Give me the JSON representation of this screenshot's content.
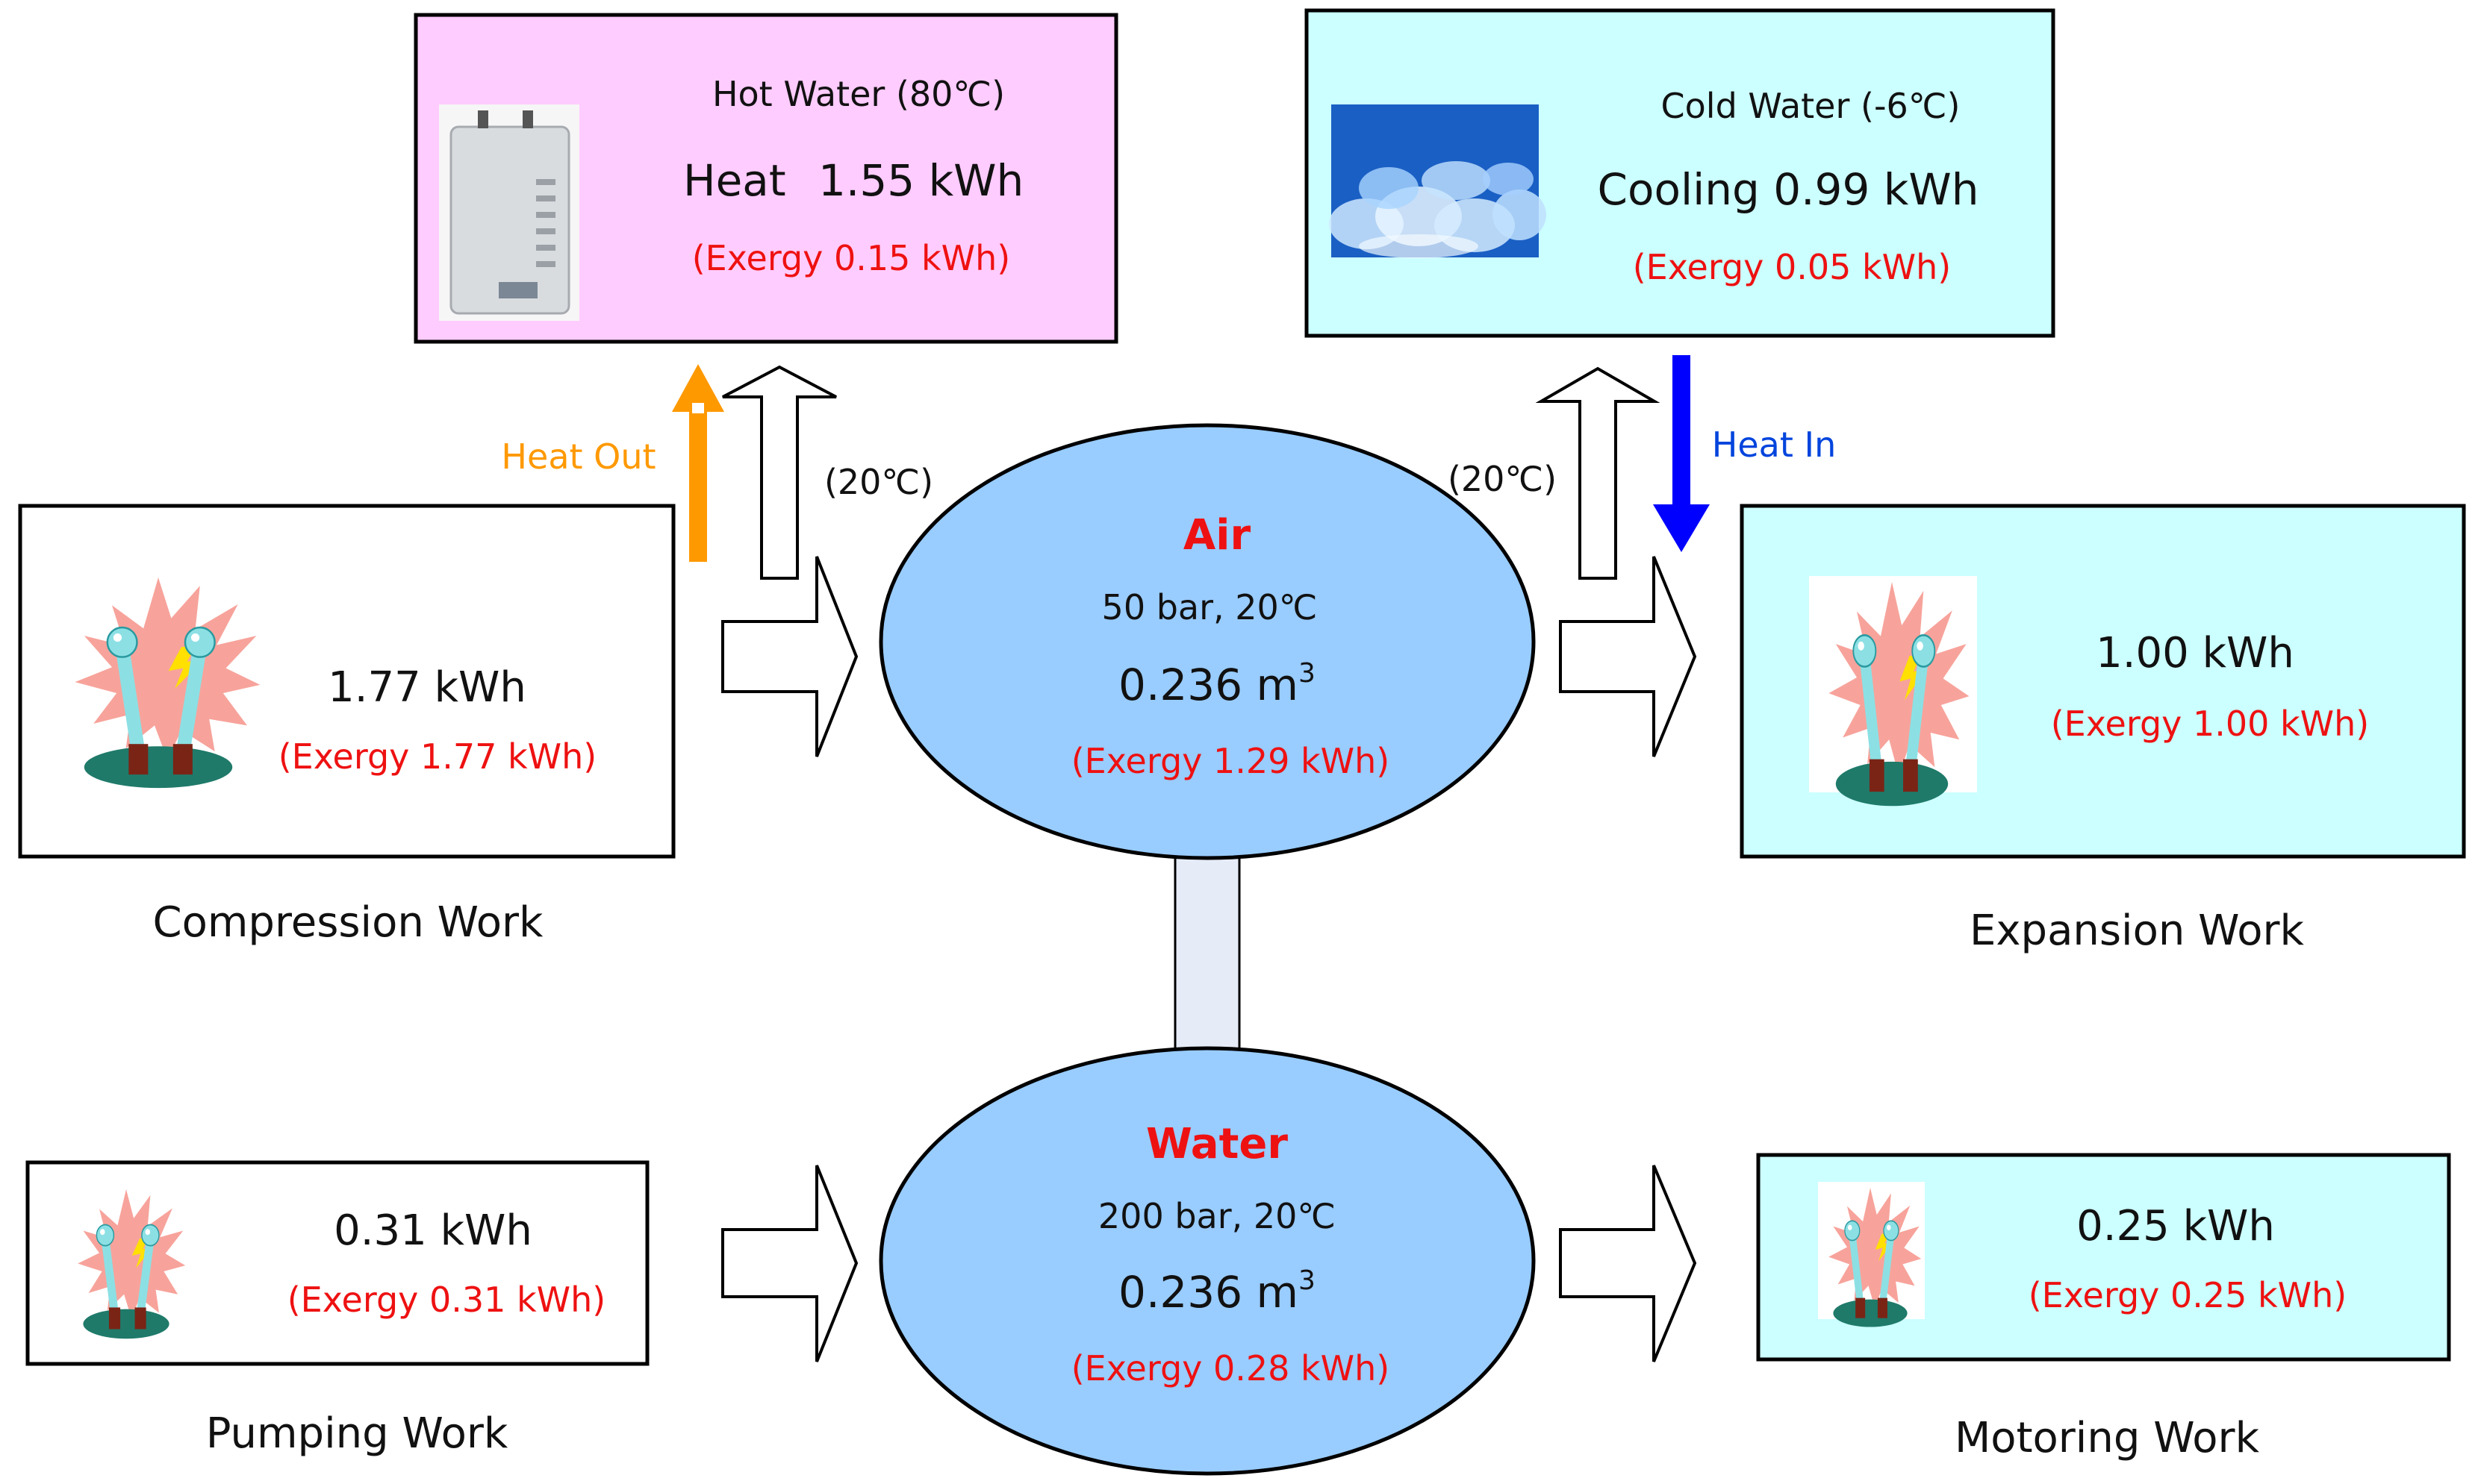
{
  "colors": {
    "pink_box": "#ffccff",
    "cyan_box": "#ccffff",
    "ellipse": "#99ccff",
    "connector": "#e6ecf7",
    "exergy_text": "#ee1111",
    "heat_out": "#ff9900",
    "heat_in": "#0000ff"
  },
  "hot_water": {
    "title": "Hot Water (80℃)",
    "heat_label": "Heat",
    "heat_value": "1.55 kWh",
    "exergy": "(Exergy 0.15 kWh)",
    "icon": "water-heater-icon"
  },
  "cold_water": {
    "title": "Cold Water (-6℃)",
    "cooling": "Cooling 0.99 kWh",
    "exergy": "(Exergy 0.05 kWh)",
    "icon": "ice-icon"
  },
  "arrows": {
    "heat_out": "Heat Out",
    "heat_in": "Heat In",
    "left_temp": "(20℃)",
    "right_temp": "(20℃)"
  },
  "air": {
    "name": "Air",
    "conditions": "50 bar, 20℃",
    "volume": "0.236 m",
    "volume_exp": "3",
    "exergy": "(Exergy 1.29 kWh)"
  },
  "water": {
    "name": "Water",
    "conditions": "200 bar, 20℃",
    "volume": "0.236 m",
    "volume_exp": "3",
    "exergy": "(Exergy 0.28 kWh)"
  },
  "compression": {
    "value": "1.77 kWh",
    "exergy": "(Exergy 1.77 kWh)",
    "caption": "Compression Work",
    "icon": "electric-spark-icon"
  },
  "expansion": {
    "value": "1.00 kWh",
    "exergy": "(Exergy 1.00 kWh)",
    "caption": "Expansion Work",
    "icon": "electric-spark-icon"
  },
  "pumping": {
    "value": "0.31 kWh",
    "exergy": "(Exergy 0.31 kWh)",
    "caption": "Pumping Work",
    "icon": "electric-spark-icon"
  },
  "motoring": {
    "value": "0.25 kWh",
    "exergy": "(Exergy 0.25 kWh)",
    "caption": "Motoring Work",
    "icon": "electric-spark-icon"
  }
}
